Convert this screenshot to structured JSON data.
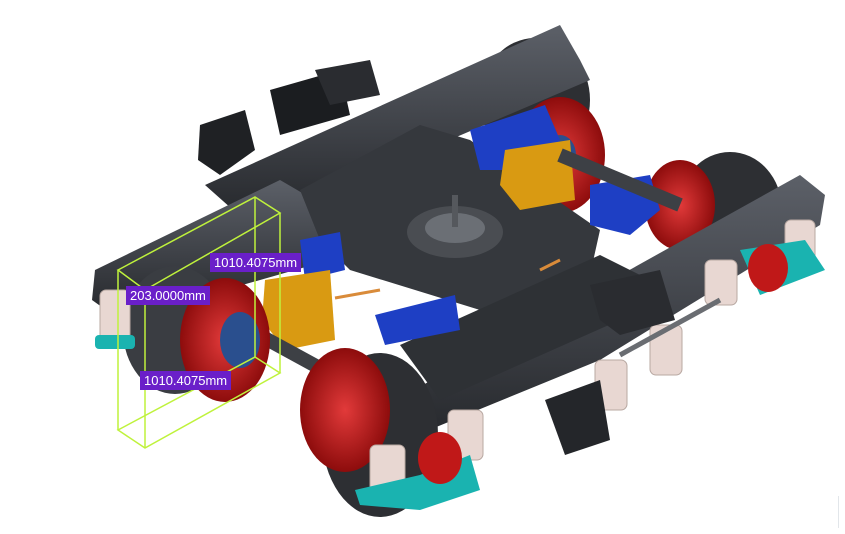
{
  "viewport": {
    "background": "#ffffff"
  },
  "model": {
    "frame_color": "#3a3d42",
    "wheel_color": "#c01818",
    "drive_color": "#1e3fc4",
    "gear_color": "#d99a12",
    "spring_color": "#e8d7d2",
    "base_color": "#1ab3b0",
    "bbox_color": "#bff23c"
  },
  "measurements": {
    "dim_top": "1010.4075mm",
    "dim_middle": "203.0000mm",
    "dim_bottom": "1010.4075mm",
    "label_color": "#6a1fc9"
  }
}
